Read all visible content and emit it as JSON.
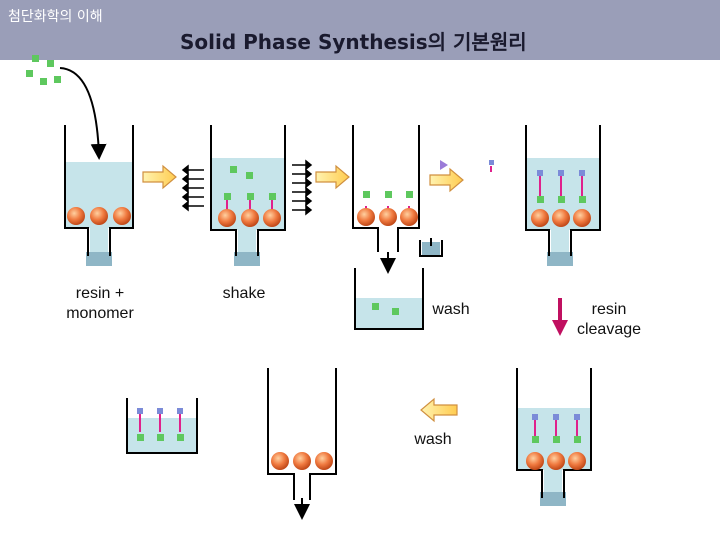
{
  "header": {
    "left_text": "첨단화학의 이해",
    "title": "Solid Phase Synthesis의 기본원리"
  },
  "labels": {
    "step1": [
      "resin +",
      "monomer"
    ],
    "step2": "shake",
    "step3": "wash",
    "step4": [
      "resin",
      "cleavage"
    ],
    "step5": "wash"
  },
  "colors": {
    "header_bg": "#9a9eb8",
    "liquid": "#c6e4ea",
    "resin_bead": "#f07a40",
    "monomer": "#5ec85e",
    "linker": "#e0208c",
    "arrow_fill": "#ffe070",
    "arrow_stroke": "#d09040",
    "cleavage_arrow": "#c01060"
  }
}
